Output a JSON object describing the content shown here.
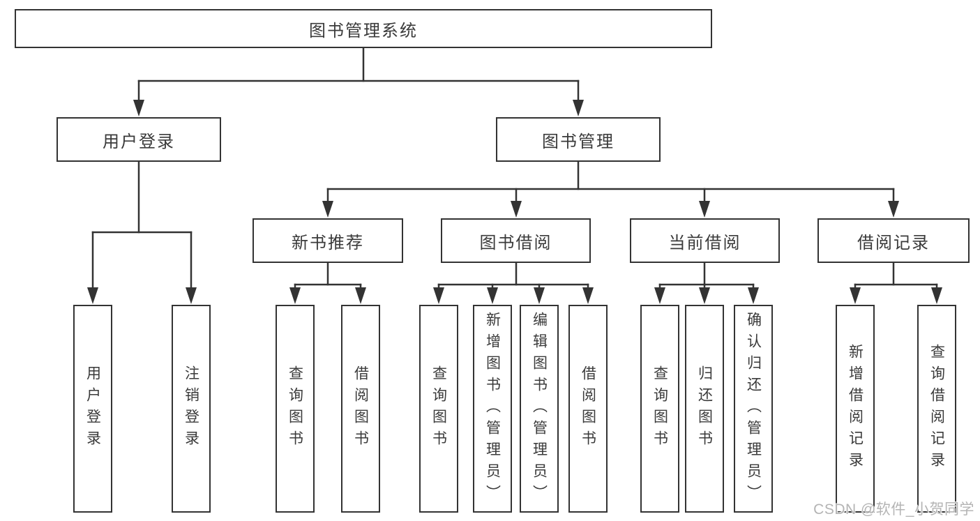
{
  "tree": {
    "label": "图书管理系统",
    "children": [
      {
        "label": "用户登录",
        "children": [
          {
            "label": "用户登录"
          },
          {
            "label": "注销登录"
          }
        ]
      },
      {
        "label": "图书管理",
        "children": [
          {
            "label": "新书推荐",
            "children": [
              {
                "label": "查询图书"
              },
              {
                "label": "借阅图书"
              }
            ]
          },
          {
            "label": "图书借阅",
            "children": [
              {
                "label": "查询图书"
              },
              {
                "label": "新增图书（管理员）"
              },
              {
                "label": "编辑图书（管理员）"
              },
              {
                "label": "借阅图书"
              }
            ]
          },
          {
            "label": "当前借阅",
            "children": [
              {
                "label": "查询图书"
              },
              {
                "label": "归还图书"
              },
              {
                "label": "确认归还（管理员）"
              }
            ]
          },
          {
            "label": "借阅记录",
            "children": [
              {
                "label": "新增借阅记录"
              },
              {
                "label": "查询借阅记录"
              }
            ]
          }
        ]
      }
    ]
  },
  "watermark": {
    "text": "CSDN @软件_小贺同学"
  },
  "colors": {
    "line": "#333333",
    "box_border": "#333333",
    "text": "#3a3a3a",
    "watermark": "#b4b4b4",
    "background": "#ffffff"
  }
}
